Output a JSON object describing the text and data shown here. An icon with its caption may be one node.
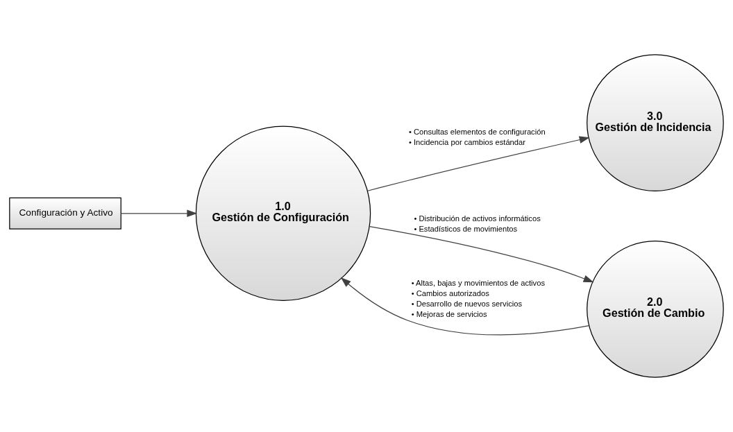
{
  "diagram": {
    "nodes": [
      {
        "text": [
          "Configuración y Activo"
        ]
      },
      {
        "text": [
          "1.0",
          "Gestión de Configuración"
        ]
      },
      {
        "text": [
          "3.0",
          "Gestión de Incidencia"
        ]
      },
      {
        "text": [
          "2.0",
          "Gestión de Cambio"
        ]
      }
    ],
    "edges": [
      {
        "from": 0,
        "to": 1,
        "arrow": "to"
      },
      {
        "from": 1,
        "to": 2,
        "arrow": "to",
        "label": [
          "• Consultas elementos de configuración",
          "• Incidencia por cambios estándar"
        ]
      },
      {
        "from": 1,
        "to": 3,
        "arrow": "to",
        "label": [
          "• Distribución de activos informáticos",
          "• Estadísticos de movimientos"
        ]
      },
      {
        "from": 3,
        "to": 1,
        "arrow": "to",
        "label": [
          "• Altas, bajas y movimientos de activos",
          "• Cambios autorizados",
          "• Desarrollo de nuevos servicios",
          "• Mejoras de servicios"
        ]
      }
    ]
  }
}
